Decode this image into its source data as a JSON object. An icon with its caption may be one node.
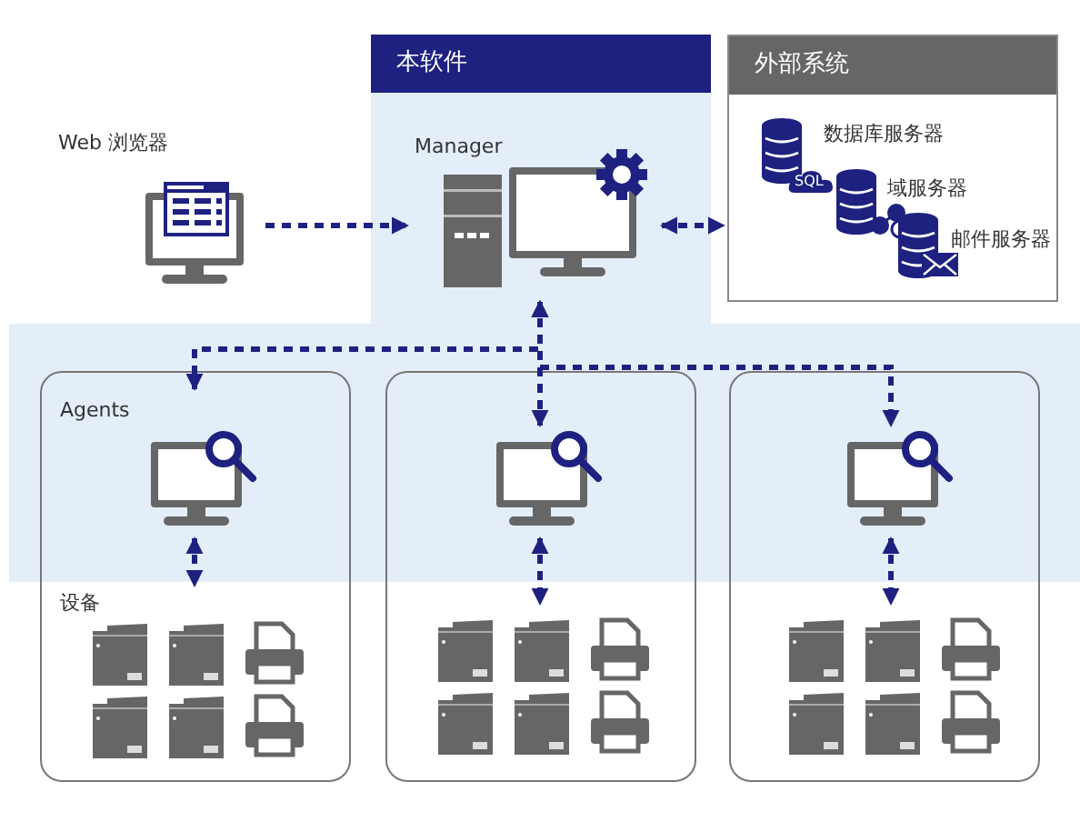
{
  "diagram": {
    "nodes": [
      {
        "text": [
          "本软件"
        ]
      },
      {
        "text": [
          "Manager"
        ],
        "in": 0
      },
      {
        "text": [
          "外部系统"
        ]
      },
      {
        "text": [
          "数据库服务器"
        ],
        "in": 2
      },
      {
        "text": [
          "域服务器"
        ],
        "in": 2
      },
      {
        "text": [
          "邮件服务器"
        ],
        "in": 2
      },
      {
        "text": [
          "Web 浏览器"
        ]
      },
      {
        "text": [],
        "shape": "box"
      },
      {
        "text": [
          "Agents"
        ],
        "in": 7
      },
      {
        "text": [
          "设备"
        ],
        "in": 7
      },
      {
        "text": [],
        "shape": "box"
      },
      {
        "text": [],
        "shape": "monitor",
        "in": 10
      },
      {
        "text": [],
        "shape": "printer",
        "in": 10
      },
      {
        "text": [],
        "shape": "box"
      },
      {
        "text": [],
        "shape": "monitor",
        "in": 13
      },
      {
        "text": [],
        "shape": "printer",
        "in": 13
      }
    ],
    "edges": [
      {
        "from": 6,
        "to": 1,
        "arrow": "to"
      },
      {
        "from": 1,
        "to": 2,
        "arrow": "both"
      },
      {
        "from": 1,
        "to": 8,
        "arrow": "both"
      },
      {
        "from": 1,
        "to": 11,
        "arrow": "both"
      },
      {
        "from": 1,
        "to": 14,
        "arrow": "both"
      },
      {
        "from": 8,
        "to": 9,
        "arrow": "both"
      },
      {
        "from": 11,
        "to": 12,
        "arrow": "both"
      },
      {
        "from": 14,
        "to": 15,
        "arrow": "both"
      }
    ],
    "labels": [
      "SQL"
    ]
  }
}
